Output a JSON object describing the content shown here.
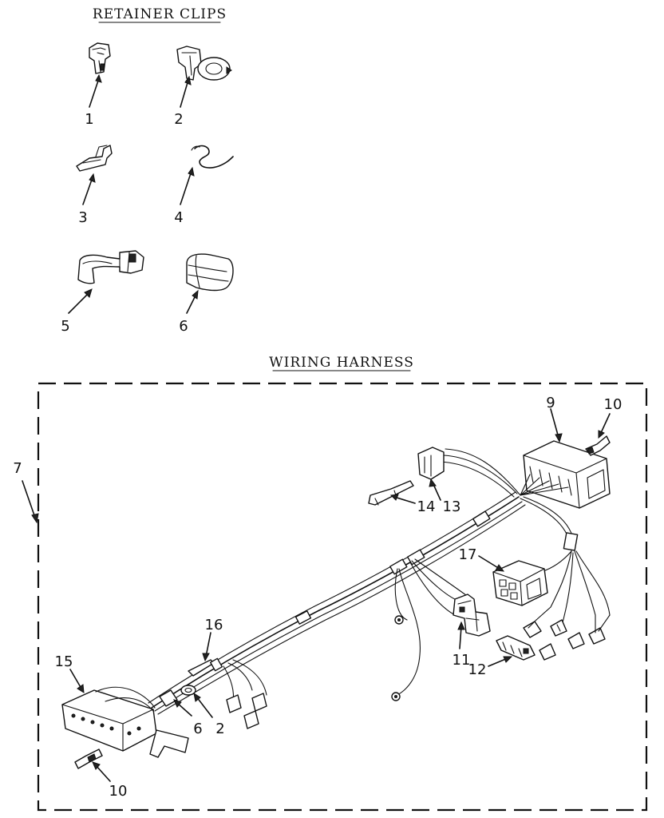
{
  "sections": {
    "retainer_clips": "RETAINER CLIPS",
    "wiring_harness": "WIRING HARNESS"
  },
  "clip_labels": [
    "1",
    "2",
    "3",
    "4",
    "5",
    "6"
  ],
  "harness_labels": {
    "harness": "7",
    "terminal_block_upper": "9",
    "terminal_upper": "10",
    "connector_11": "11",
    "terminal_strip": "12",
    "plug_13": "13",
    "terminal_14": "14",
    "terminal_block_lower": "15",
    "tie_16": "16",
    "connector_17": "17",
    "clip_6": "6",
    "clip_2": "2",
    "terminal_lower": "10"
  }
}
